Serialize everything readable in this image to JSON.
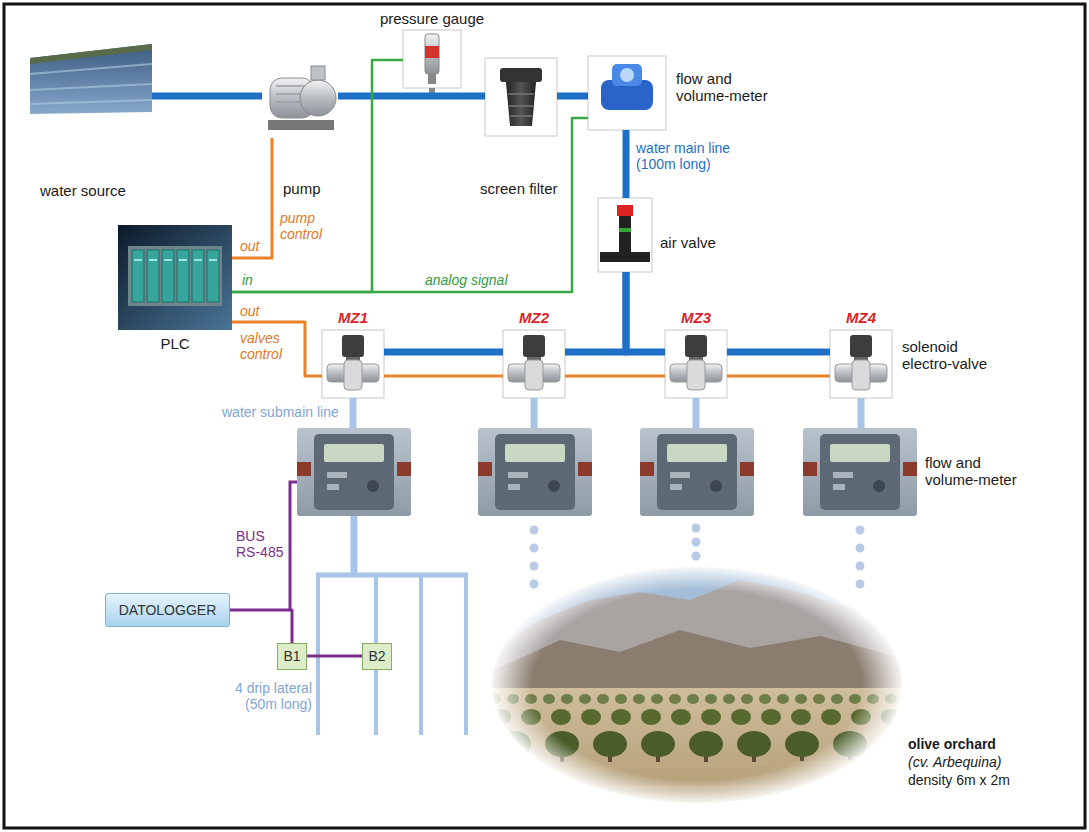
{
  "diagram": {
    "nodes": [
      {
        "text": [
          "water source"
        ]
      },
      {
        "text": [
          "pump"
        ]
      },
      {
        "text": [
          "pressure gauge"
        ]
      },
      {
        "text": [
          "screen filter"
        ]
      },
      {
        "text": [
          "flow and volume-meter"
        ]
      },
      {
        "text": [
          "air valve"
        ]
      },
      {
        "text": [
          "PLC"
        ]
      },
      {
        "text": [
          "MZ1"
        ]
      },
      {
        "text": [
          "MZ2"
        ]
      },
      {
        "text": [
          "MZ3"
        ]
      },
      {
        "text": [
          "MZ4",
          "solenoid electro-valve"
        ]
      },
      {
        "text": [
          "flow and volume-meter"
        ]
      },
      {
        "text": [
          "DATOLOGGER"
        ]
      },
      {
        "text": [
          "B1"
        ]
      },
      {
        "text": [
          "B2"
        ]
      }
    ],
    "edges": [
      {
        "from": 0,
        "to": 1,
        "arrow": "none"
      },
      {
        "from": 1,
        "to": 3,
        "arrow": "none"
      },
      {
        "from": 3,
        "to": 4,
        "arrow": "none"
      },
      {
        "from": 4,
        "to": 5,
        "arrow": "none"
      },
      {
        "from": 5,
        "to": 8,
        "arrow": "none"
      },
      {
        "from": 8,
        "to": 7,
        "arrow": "none"
      },
      {
        "from": 5,
        "to": 9,
        "arrow": "none"
      },
      {
        "from": 9,
        "to": 10,
        "arrow": "none"
      },
      {
        "from": 10,
        "to": 11,
        "arrow": "none"
      },
      {
        "from": 6,
        "to": 1,
        "arrow": "none"
      },
      {
        "from": 2,
        "to": 6,
        "arrow": "none"
      },
      {
        "from": 4,
        "to": 6,
        "arrow": "none"
      },
      {
        "from": 6,
        "to": 7,
        "arrow": "none"
      },
      {
        "from": 7,
        "to": 8,
        "arrow": "none"
      },
      {
        "from": 8,
        "to": 9,
        "arrow": "none"
      },
      {
        "from": 9,
        "to": 10,
        "arrow": "none"
      },
      {
        "from": 12,
        "to": 13,
        "arrow": "none"
      },
      {
        "from": 13,
        "to": 14,
        "arrow": "none"
      }
    ],
    "labels": [
      "water main line (100m long)",
      "out",
      "in",
      "out",
      "pump control",
      "analog signal",
      "valves control",
      "water submain line",
      "BUS RS-485",
      "4 drip lateral (50m long)",
      "olive orchard",
      "(cv. Arbequina)",
      "density 6m x 2m"
    ]
  }
}
